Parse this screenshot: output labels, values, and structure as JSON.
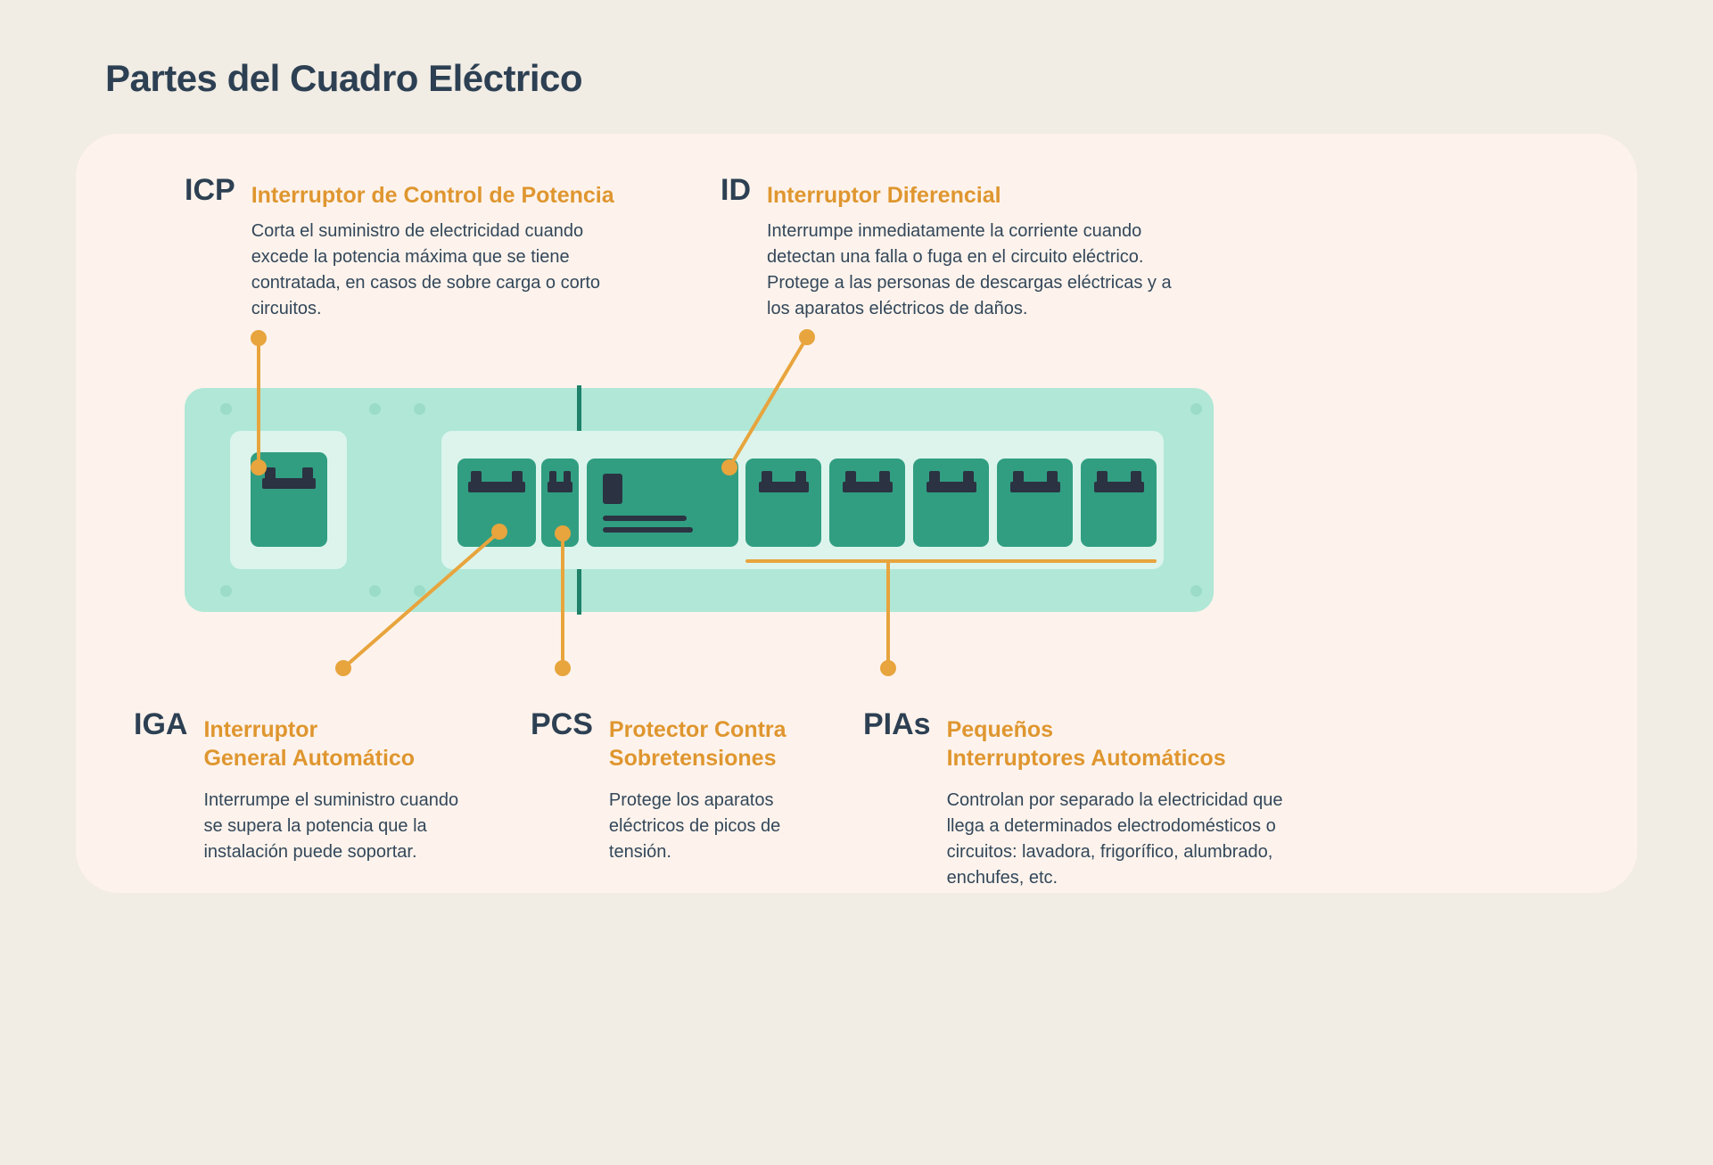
{
  "page": {
    "title": "Partes del Cuadro Eléctrico"
  },
  "colors": {
    "background": "#f1ece4",
    "card": "#fdf3ec",
    "navy": "#2d4053",
    "desc_navy": "#33475a",
    "heading_orange": "#df962f",
    "accent_orange": "#e8a43d",
    "panel_mint": "#b0e7d6",
    "panel_inner": "#dcf4ec",
    "breaker_teal": "#319e81",
    "divider_teal": "#1f8169",
    "screw": "#9bdcc8",
    "handle_dark": "#2b3242"
  },
  "callouts": {
    "icp": {
      "abbr": "ICP",
      "title": "Interruptor de Control de Potencia",
      "description": "Corta el suministro de electricidad cuando excede la potencia máxima que se tiene contratada, en casos de sobre carga o corto circuitos."
    },
    "id": {
      "abbr": "ID",
      "title": "Interruptor Diferencial",
      "description": "Interrumpe inmediatamente la corriente cuando detectan una falla o fuga en el circuito eléctrico. Protege a las personas de descargas eléctricas y a los aparatos eléctricos de daños."
    },
    "iga": {
      "abbr": "IGA",
      "title_lines": [
        "Interruptor",
        "General Automático"
      ],
      "description": "Interrumpe el suministro cuando se supera la potencia que la instalación puede soportar."
    },
    "pcs": {
      "abbr": "PCS",
      "title_lines": [
        "Protector Contra",
        "Sobretensiones"
      ],
      "description": "Protege los aparatos eléctricos de picos de tensión."
    },
    "pias": {
      "abbr": "PIAs",
      "title_lines": [
        "Pequeños",
        "Interruptores Automáticos"
      ],
      "description": "Controlan por separado la electricidad que llega a determinados electrodomésticos o circuitos: lavadora, frigorífico, alumbrado, enchufes, etc."
    }
  },
  "diagram": {
    "pia_count": 5
  }
}
